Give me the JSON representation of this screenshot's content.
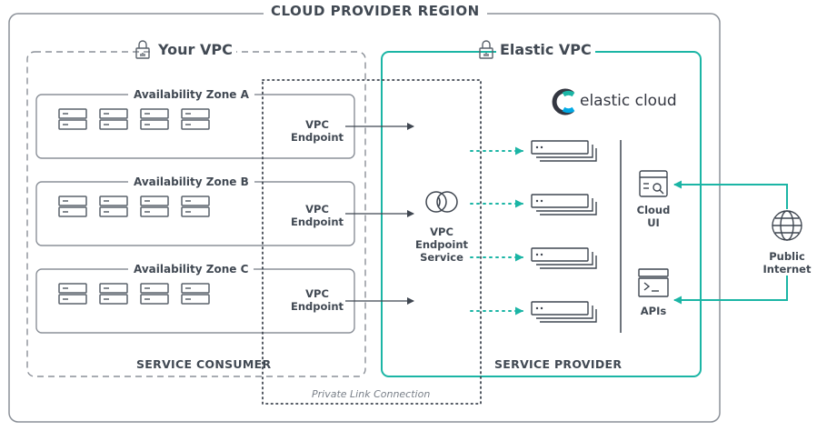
{
  "region": {
    "title": "CLOUD PROVIDER REGION"
  },
  "your_vpc": {
    "title": "Your VPC",
    "zones": [
      {
        "label": "Availability Zone A",
        "endpoint": "VPC\nEndpoint"
      },
      {
        "label": "Availability Zone B",
        "endpoint": "VPC\nEndpoint"
      },
      {
        "label": "Availability Zone C",
        "endpoint": "VPC\nEndpoint"
      }
    ],
    "section_label": "SERVICE CONSUMER"
  },
  "elastic_vpc": {
    "title": "Elastic VPC",
    "brand": "elastic cloud",
    "endpoint_service": "VPC\nEndpoint\nService",
    "cloud_ui": "Cloud\nUI",
    "apis": "APIs",
    "section_label": "SERVICE PROVIDER"
  },
  "private_link": "Private Link Connection",
  "public_internet": "Public\nInternet",
  "colors": {
    "teal": "#1bb5a5",
    "gray": "#8b9098",
    "text": "#414953",
    "icon": "#5a626b"
  }
}
